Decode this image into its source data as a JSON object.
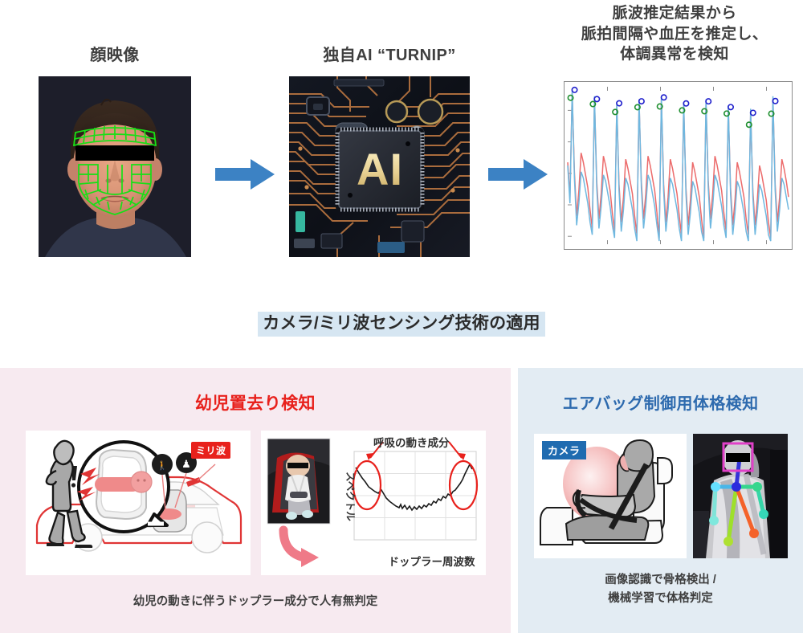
{
  "top": {
    "steps": [
      {
        "label": "顔映像",
        "icon": "face-mesh-photo"
      },
      {
        "label": "独自AI “TURNIP”",
        "icon": "ai-chip-photo"
      },
      {
        "label": "脈波推定結果から\n脈拍間隔や血圧を推定し、\n体調異常を検知",
        "icon": "pulse-wave-chart"
      }
    ],
    "arrow_icon": "right-arrow-icon",
    "arrow_color": "#3c82c4"
  },
  "banner": {
    "text": "カメラ/ミリ波センシング技術の適用",
    "highlight_color": "#d6e6f2",
    "text_color": "#2b2b2b"
  },
  "panels": [
    {
      "id": "infant-left-behind",
      "title": "幼児置去り検知",
      "title_color": "#e8211c",
      "background_color": "#f7eaf0",
      "caption": "幼児の動きに伴うドップラー成分で人有無判定",
      "cards": [
        {
          "name": "car-illustration",
          "badge": "ミリ波",
          "badge_color": "#e8211c",
          "icons": [
            "alert-exclamation-icon",
            "person-walking-icon",
            "baby-in-seat-icon",
            "speech-bubble-icon"
          ]
        },
        {
          "name": "doppler-spectrum-chart",
          "annotation": "呼吸の動き成分",
          "ylabel": "スペクトル",
          "xlabel": "ドップラー周波数",
          "highlight_color": "#e8211c",
          "arrow_icon": "curved-arrow-icon"
        }
      ]
    },
    {
      "id": "airbag-body-size",
      "title": "エアバッグ制御用体格検知",
      "title_color": "#2d6aae",
      "background_color": "#e3ecf3",
      "caption": "画像認識で骨格検出 /\n機械学習で体格判定",
      "cards": [
        {
          "name": "airbag-illustration",
          "badge": "カメラ",
          "badge_color": "#1f6bb0"
        },
        {
          "name": "skeleton-detection-photo",
          "face_box_color": "#e040c8",
          "joint_colors": [
            "#2b2bdd",
            "#66e0ff",
            "#3fd98a",
            "#3fd9b8",
            "#ff6a2a",
            "#aee032"
          ]
        }
      ]
    }
  ],
  "chart_data": {
    "type": "line",
    "title": "脈波推定結果",
    "xlabel": "",
    "ylabel": "",
    "grid": false,
    "legend": "none",
    "series": [
      {
        "name": "reference-pulse",
        "color": "#ec6b6b",
        "values": [
          0.52,
          0.3,
          0.96,
          0.46,
          0.18,
          0.34,
          0.58,
          0.52,
          0.44,
          0.36,
          0.22,
          0.1,
          0.92,
          0.4,
          0.16,
          0.32,
          0.56,
          0.5,
          0.42,
          0.34,
          0.2,
          0.08,
          0.88,
          0.38,
          0.14,
          0.3,
          0.54,
          0.48,
          0.4,
          0.32,
          0.18,
          0.06,
          0.9,
          0.4,
          0.16,
          0.32,
          0.56,
          0.5,
          0.42,
          0.34,
          0.2,
          0.04,
          0.92,
          0.38,
          0.14,
          0.3,
          0.54,
          0.48,
          0.4,
          0.32,
          0.18,
          0.06,
          0.88,
          0.36,
          0.12,
          0.28,
          0.52,
          0.46,
          0.38,
          0.3,
          0.16,
          0.04,
          0.9,
          0.4,
          0.16,
          0.32,
          0.56,
          0.5,
          0.42,
          0.34,
          0.2,
          0.08,
          0.86,
          0.36,
          0.12,
          0.28,
          0.52,
          0.46,
          0.38,
          0.3,
          0.16,
          0.06,
          0.84,
          0.34,
          0.12,
          0.28,
          0.5,
          0.44,
          0.36,
          0.28,
          0.14,
          0.04,
          0.92,
          0.38,
          0.14,
          0.3,
          0.54,
          0.48,
          0.4,
          0.3
        ]
      },
      {
        "name": "estimated-pulse",
        "color": "#6fb8e0",
        "values": [
          0.5,
          0.26,
          0.98,
          0.42,
          0.12,
          0.26,
          0.46,
          0.42,
          0.34,
          0.26,
          0.14,
          0.06,
          0.94,
          0.36,
          0.1,
          0.24,
          0.44,
          0.4,
          0.32,
          0.24,
          0.12,
          0.04,
          0.9,
          0.34,
          0.08,
          0.22,
          0.42,
          0.38,
          0.3,
          0.22,
          0.1,
          0.02,
          0.92,
          0.36,
          0.1,
          0.24,
          0.44,
          0.4,
          0.32,
          0.24,
          0.12,
          0.02,
          0.94,
          0.34,
          0.08,
          0.22,
          0.42,
          0.38,
          0.3,
          0.22,
          0.1,
          0.02,
          0.9,
          0.32,
          0.06,
          0.2,
          0.4,
          0.36,
          0.28,
          0.2,
          0.08,
          0.02,
          0.92,
          0.36,
          0.1,
          0.24,
          0.44,
          0.4,
          0.32,
          0.24,
          0.12,
          0.04,
          0.88,
          0.32,
          0.06,
          0.2,
          0.4,
          0.36,
          0.28,
          0.2,
          0.08,
          0.02,
          0.86,
          0.3,
          0.06,
          0.2,
          0.38,
          0.34,
          0.26,
          0.18,
          0.06,
          0.02,
          0.94,
          0.34,
          0.08,
          0.22,
          0.42,
          0.38,
          0.3,
          0.22
        ]
      }
    ],
    "markers": [
      {
        "name": "estimated-peak-marker",
        "color": "#2020cc",
        "count": 12
      },
      {
        "name": "reference-peak-marker",
        "color": "#1f8f2f",
        "count": 12
      }
    ],
    "peaks_x": [
      2,
      12,
      22,
      32,
      42,
      52,
      62,
      72,
      82,
      92
    ],
    "ylim": [
      0,
      1
    ]
  }
}
